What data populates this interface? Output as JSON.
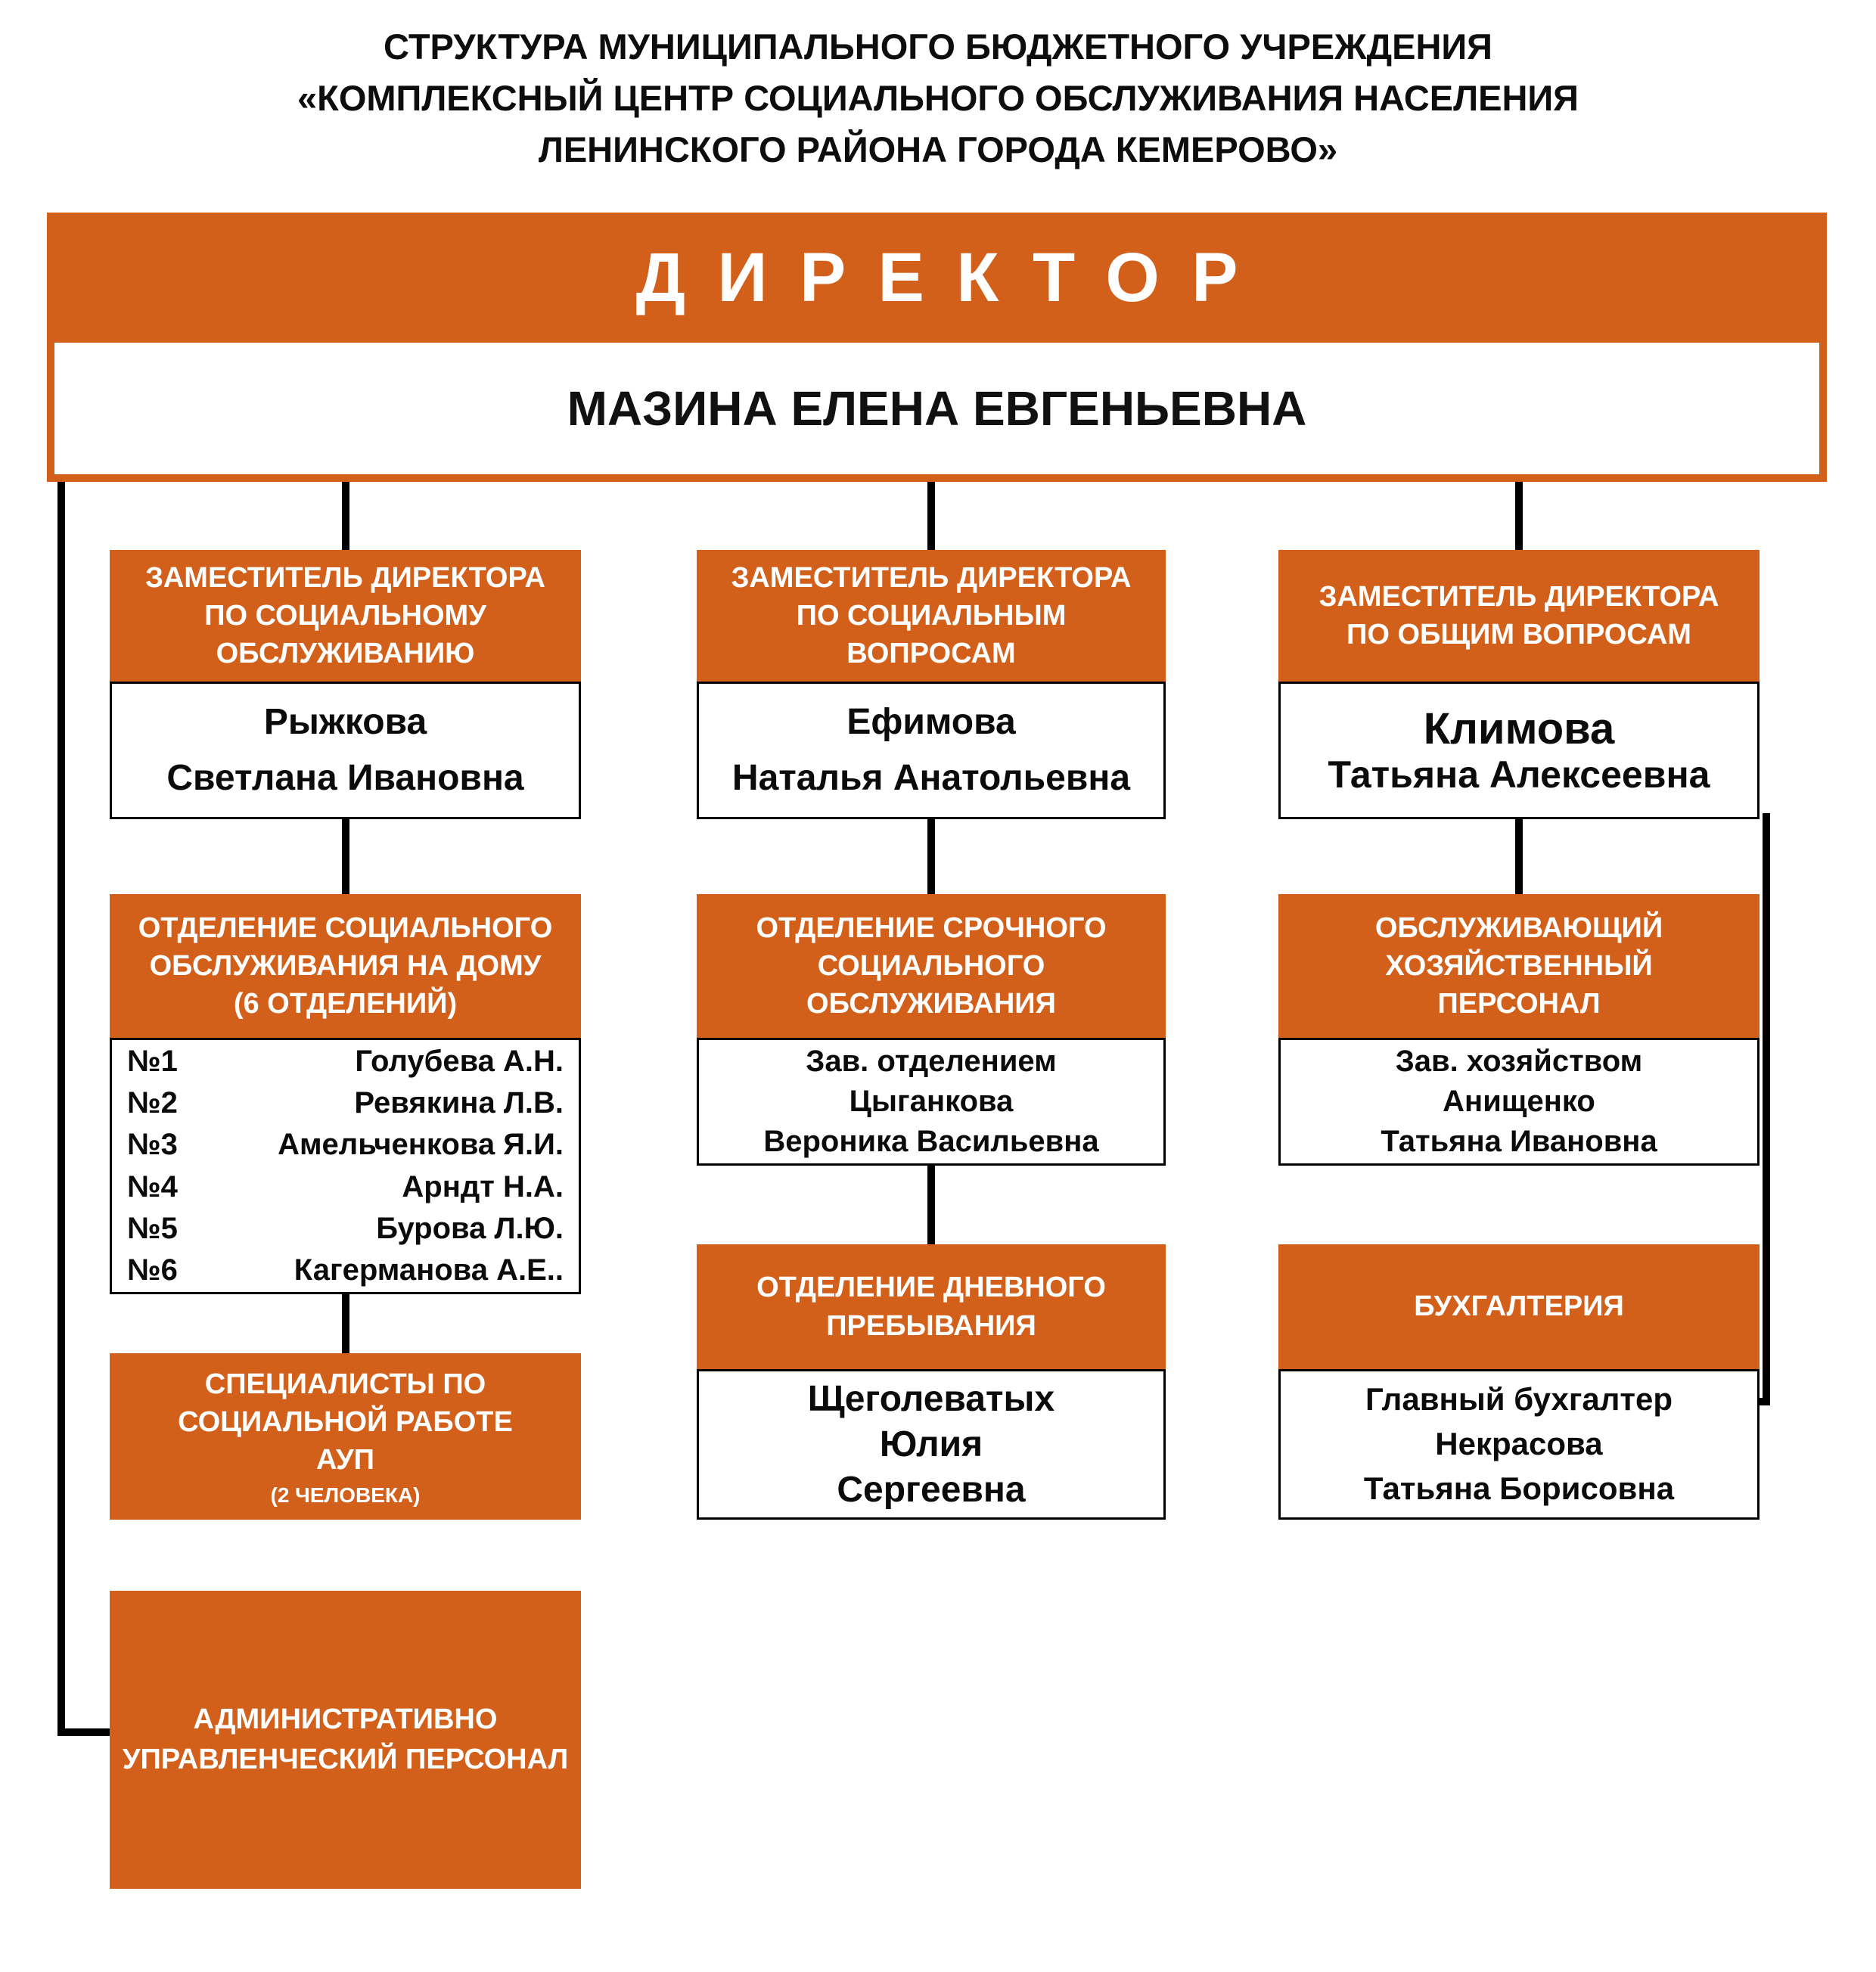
{
  "colors": {
    "accent_orange": "#d2601a",
    "connector_black": "#000000"
  },
  "title": {
    "line1": "СТРУКТУРА МУНИЦИПАЛЬНОГО БЮДЖЕТНОГО УЧРЕЖДЕНИЯ",
    "line2": "«КОМПЛЕКСНЫЙ ЦЕНТР СОЦИАЛЬНОГО ОБСЛУЖИВАНИЯ НАСЕЛЕНИЯ",
    "line3": "ЛЕНИНСКОГО РАЙОНА ГОРОДА КЕМЕРОВО»"
  },
  "director": {
    "role": "ДИРЕКТОР",
    "name": "МАЗИНА ЕЛЕНА ЕВГЕНЬЕВНА"
  },
  "col1": {
    "deputy": {
      "title": "ЗАМЕСТИТЕЛЬ ДИРЕКТОРА\nПО СОЦИАЛЬНОМУ\nОБСЛУЖИВАНИЮ",
      "name": "Рыжкова\nСветлана Ивановна"
    },
    "home_care": {
      "title": "ОТДЕЛЕНИЕ СОЦИАЛЬНОГО\nОБСЛУЖИВАНИЯ НА ДОМУ\n(6 ОТДЕЛЕНИЙ)",
      "units": [
        {
          "num": "№1",
          "name": "Голубева А.Н."
        },
        {
          "num": "№2",
          "name": "Ревякина Л.В."
        },
        {
          "num": "№3",
          "name": "Амельченкова Я.И."
        },
        {
          "num": "№4",
          "name": "Арндт Н.А."
        },
        {
          "num": "№5",
          "name": "Бурова Л.Ю."
        },
        {
          "num": "№6",
          "name": "Кагерманова А.Е.."
        }
      ]
    },
    "specialists": {
      "title": "СПЕЦИАЛИСТЫ ПО\nСОЦИАЛЬНОЙ РАБОТЕ\nАУП",
      "note": "(2 ЧЕЛОВЕКА)"
    },
    "admin_personnel": {
      "title": "АДМИНИСТРАТИВНО\nУПРАВЛЕНЧЕСКИЙ ПЕРСОНАЛ"
    }
  },
  "col2": {
    "deputy": {
      "title": "ЗАМЕСТИТЕЛЬ ДИРЕКТОРА\nПО СОЦИАЛЬНЫМ\nВОПРОСАМ",
      "name": "Ефимова\nНаталья Анатольевна"
    },
    "urgent_social": {
      "title": "ОТДЕЛЕНИЕ СРОЧНОГО\nСОЦИАЛЬНОГО\nОБСЛУЖИВАНИЯ",
      "name": "Зав. отделением\nЦыганкова\nВероника Васильевна"
    },
    "day_care": {
      "title": "ОТДЕЛЕНИЕ ДНЕВНОГО\nПРЕБЫВАНИЯ",
      "name": "Щеголеватых\nЮлия\nСергеевна"
    }
  },
  "col3": {
    "deputy": {
      "title": "ЗАМЕСТИТЕЛЬ ДИРЕКТОРА\nПО ОБЩИМ ВОПРОСАМ",
      "name_line1": "Климова",
      "name_line2": "Татьяна Алексеевна"
    },
    "household": {
      "title": "ОБСЛУЖИВАЮЩИЙ\nХОЗЯЙСТВЕННЫЙ\nПЕРСОНАЛ",
      "name": "Зав. хозяйством\nАнищенко\nТатьяна Ивановна"
    },
    "accounting": {
      "title": "БУХГАЛТЕРИЯ",
      "name": "Главный бухгалтер\nНекрасова\nТатьяна Борисовна"
    }
  }
}
